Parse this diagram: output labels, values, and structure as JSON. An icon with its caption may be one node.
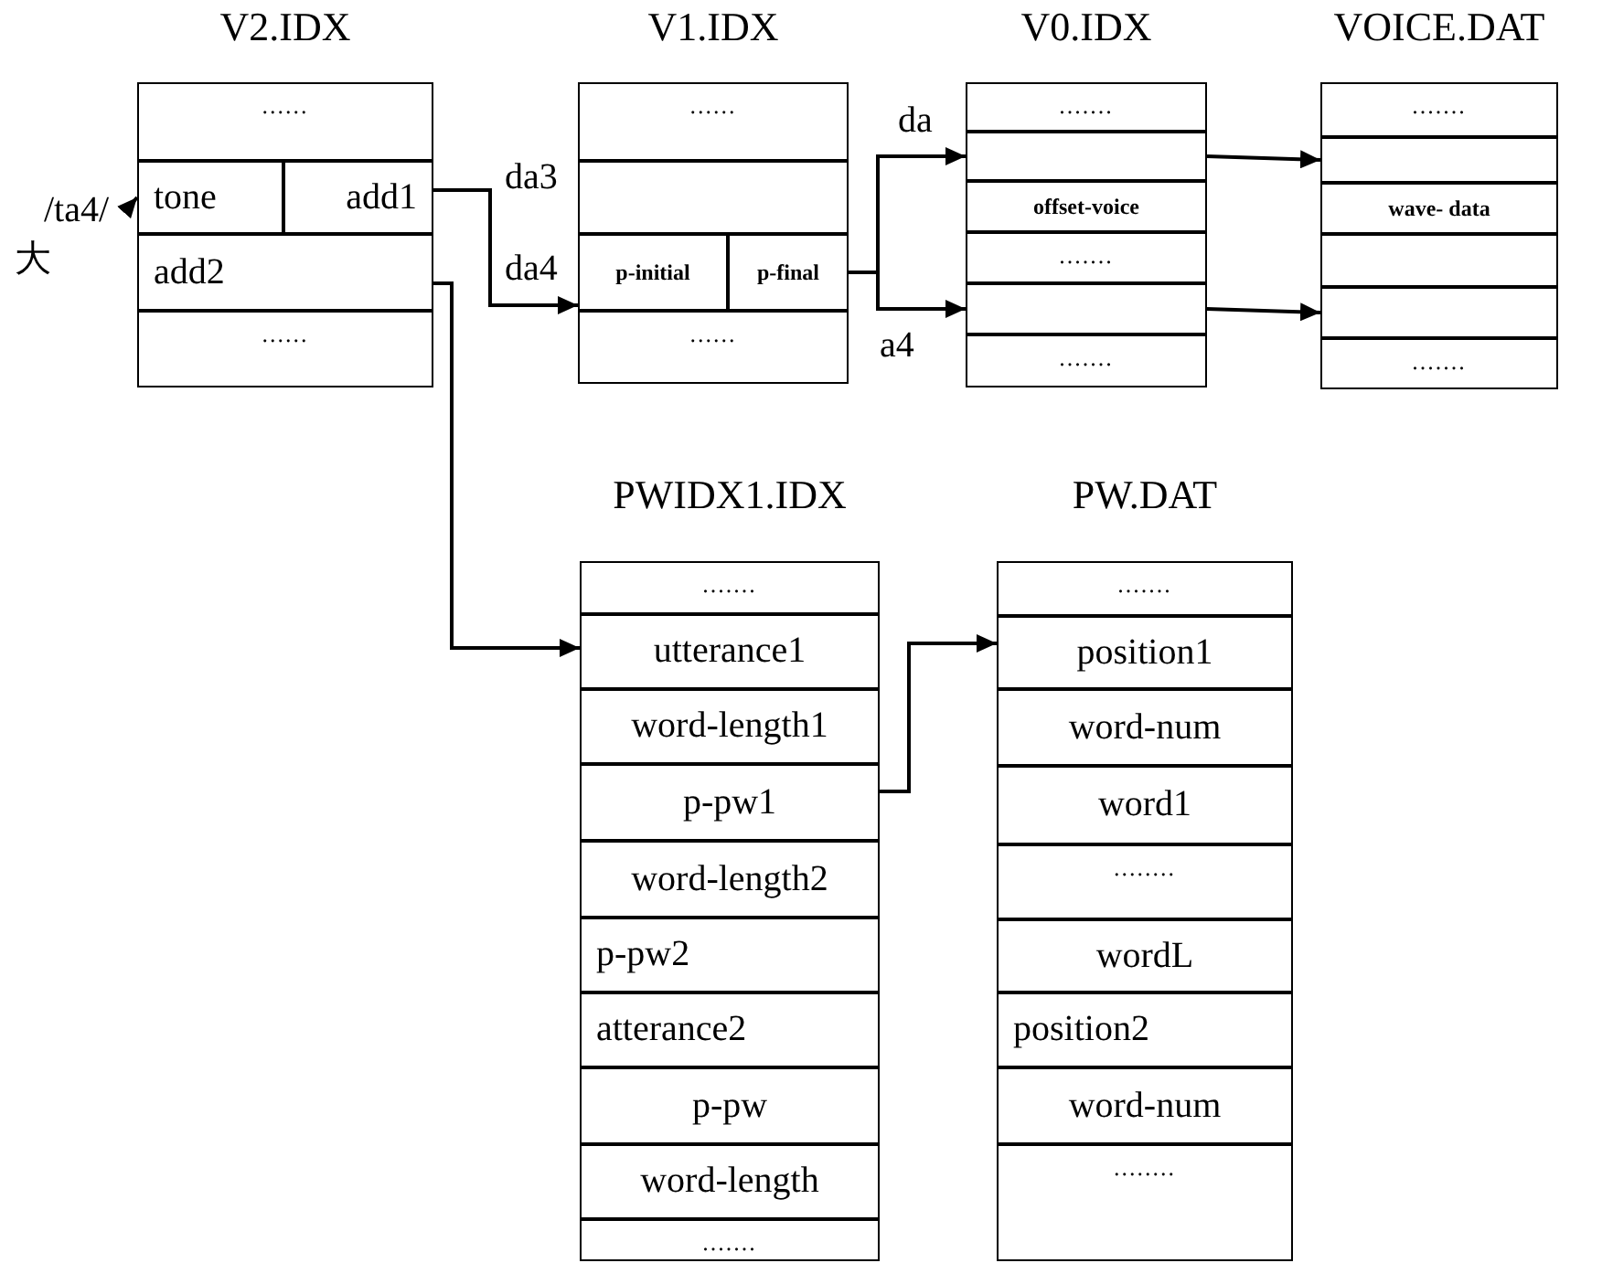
{
  "diagram": {
    "nodes": [
      {
        "text": [
          "V2.IDX"
        ]
      },
      {
        "text": [
          "......"
        ],
        "in": 0
      },
      {
        "text": [
          "tone"
        ],
        "in": 0
      },
      {
        "text": [
          "add1"
        ],
        "in": 0
      },
      {
        "text": [
          "add2"
        ],
        "in": 0
      },
      {
        "text": [
          "......"
        ],
        "in": 0
      },
      {
        "text": [
          "V1.IDX"
        ]
      },
      {
        "text": [
          "......"
        ],
        "in": 6
      },
      {
        "text": [],
        "shape": "box",
        "in": 6
      },
      {
        "text": [
          "p-initial"
        ],
        "in": 6
      },
      {
        "text": [
          "p-final"
        ],
        "in": 6
      },
      {
        "text": [
          "......"
        ],
        "in": 6
      },
      {
        "text": [
          "V0.IDX"
        ]
      },
      {
        "text": [
          "......."
        ],
        "in": 12
      },
      {
        "text": [],
        "shape": "box",
        "in": 12
      },
      {
        "text": [
          "offset-voice"
        ],
        "in": 12
      },
      {
        "text": [
          "......."
        ],
        "in": 12
      },
      {
        "text": [],
        "shape": "box",
        "in": 12
      },
      {
        "text": [
          "......."
        ],
        "in": 12
      },
      {
        "text": [
          "VOICE.DAT"
        ]
      },
      {
        "text": [
          "......."
        ],
        "in": 19
      },
      {
        "text": [],
        "shape": "box",
        "in": 19
      },
      {
        "text": [
          "wave- data"
        ],
        "in": 19
      },
      {
        "text": [],
        "shape": "box",
        "in": 19
      },
      {
        "text": [],
        "shape": "box",
        "in": 19
      },
      {
        "text": [
          "......."
        ],
        "in": 19
      },
      {
        "text": [
          "PWIDX1.IDX"
        ]
      },
      {
        "text": [
          "......."
        ],
        "in": 26
      },
      {
        "text": [
          "utterance1"
        ],
        "in": 26
      },
      {
        "text": [
          "word-length1"
        ],
        "in": 26
      },
      {
        "text": [
          "p-pw1"
        ],
        "in": 26
      },
      {
        "text": [
          "word-length2"
        ],
        "in": 26
      },
      {
        "text": [
          "p-pw2"
        ],
        "in": 26
      },
      {
        "text": [
          "atterance2"
        ],
        "in": 26
      },
      {
        "text": [
          "p-pw"
        ],
        "in": 26
      },
      {
        "text": [
          "word-length"
        ],
        "in": 26
      },
      {
        "text": [
          "......."
        ],
        "in": 26
      },
      {
        "text": [
          "PW.DAT"
        ]
      },
      {
        "text": [
          "......."
        ],
        "in": 37
      },
      {
        "text": [
          "position1"
        ],
        "in": 37
      },
      {
        "text": [
          "word-num"
        ],
        "in": 37
      },
      {
        "text": [
          "word1"
        ],
        "in": 37
      },
      {
        "text": [
          "........"
        ],
        "in": 37
      },
      {
        "text": [
          "wordL"
        ],
        "in": 37
      },
      {
        "text": [
          "position2"
        ],
        "in": 37
      },
      {
        "text": [
          "word-num"
        ],
        "in": 37
      },
      {
        "text": [
          "........"
        ],
        "in": 37
      },
      {
        "text": [
          "/ta4/"
        ]
      }
    ],
    "edges": [
      {
        "from": 47,
        "to": 2,
        "arrow": "to"
      },
      {
        "from": 3,
        "to": 9,
        "arrow": "to"
      },
      {
        "from": 10,
        "to": 14,
        "arrow": "to"
      },
      {
        "from": 10,
        "to": 17,
        "arrow": "to"
      },
      {
        "from": 14,
        "to": 21,
        "arrow": "to"
      },
      {
        "from": 17,
        "to": 24,
        "arrow": "to"
      },
      {
        "from": 4,
        "to": 28,
        "arrow": "to"
      },
      {
        "from": 30,
        "to": 39,
        "arrow": "to"
      }
    ],
    "labels": [
      "大",
      "da3",
      "da4",
      "da",
      "a4"
    ]
  }
}
